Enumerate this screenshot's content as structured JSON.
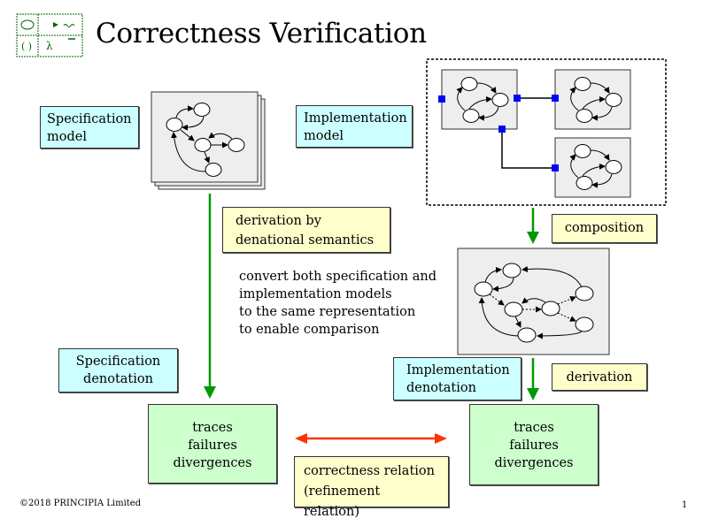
{
  "slide": {
    "title": "Correctness Verification",
    "page_number": "1",
    "copyright": "©2018 PRINCIPIA Limited"
  },
  "logo": {
    "name": "principia-logo",
    "glyphs": [
      "ellipse",
      "arrow-wave",
      "parens",
      "lambda",
      "bar"
    ]
  },
  "labels": {
    "spec_model": [
      "Specification",
      "model"
    ],
    "impl_model": [
      "Implementation",
      "model"
    ],
    "derivation_semantics": [
      "derivation by",
      "denational semantics"
    ],
    "composition": "composition",
    "note": [
      "convert both specification and",
      "implementation models",
      "to the same representation",
      "to enable comparison"
    ],
    "spec_denotation": [
      "Specification",
      "denotation"
    ],
    "impl_denotation": [
      "Implementation",
      "denotation"
    ],
    "derivation": "derivation",
    "spec_result": [
      "traces",
      "failures",
      "divergences"
    ],
    "impl_result": [
      "traces",
      "failures",
      "divergences"
    ],
    "relation": [
      "correctness relation",
      "(refinement relation)"
    ]
  },
  "colors": {
    "cyan_box": "#ccffff",
    "yellow_box": "#ffffcc",
    "green_box": "#ccffcc",
    "green_arrow": "#009900",
    "red_arrow": "#ff3300",
    "port_blue": "#0000ff",
    "diagram_bg": "#eeeeee"
  }
}
